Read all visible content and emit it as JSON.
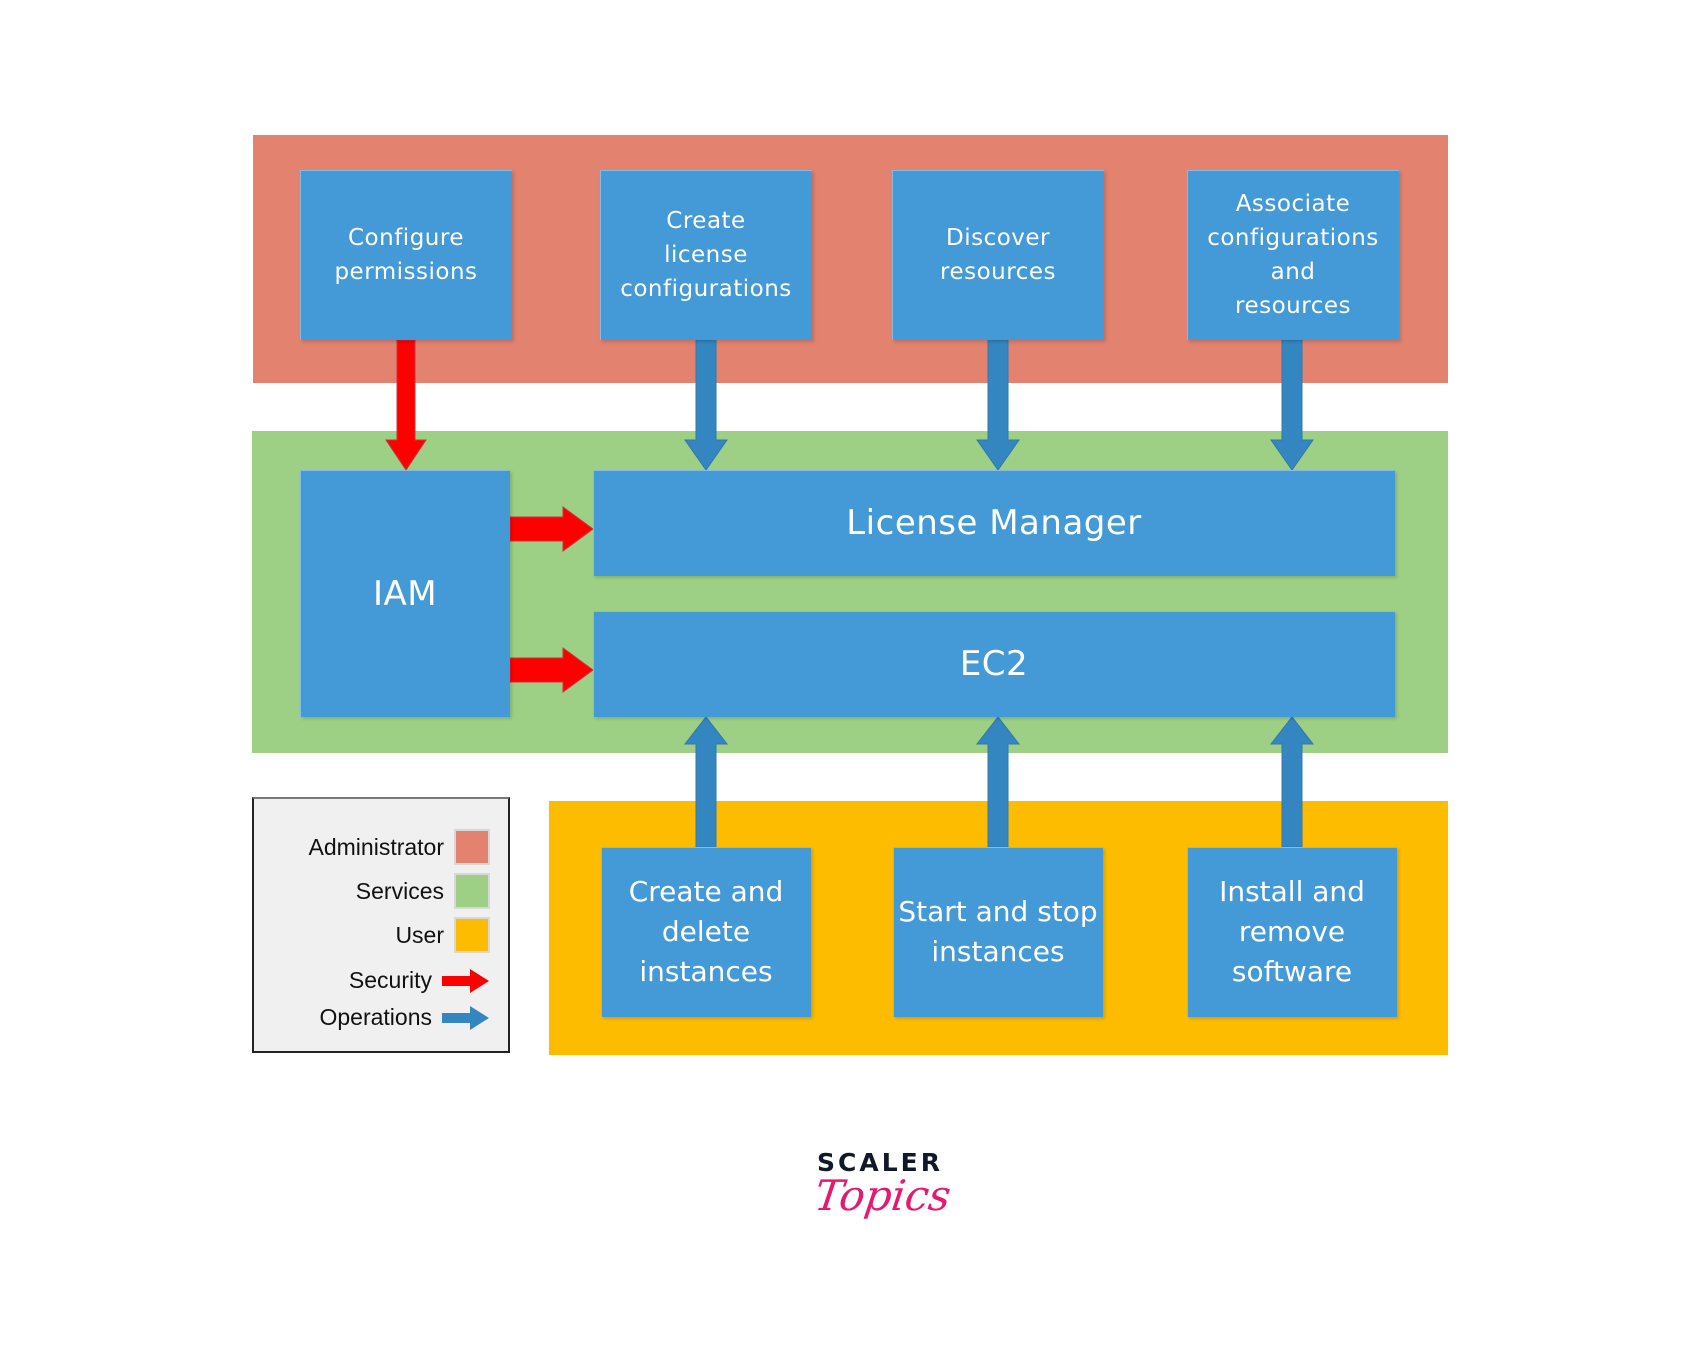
{
  "diagram": {
    "colors": {
      "administrator": "#e2826f",
      "services": "#9dd085",
      "user": "#fdbc00",
      "box": "#4499d7",
      "security_arrow": "#ff0000",
      "operations_arrow": "#3486c1"
    },
    "administrator_boxes": [
      {
        "label": "Configure\npermissions"
      },
      {
        "label": "Create\nlicense\nconfigurations"
      },
      {
        "label": "Discover\nresources"
      },
      {
        "label": "Associate\nconfigurations\nand\nresources"
      }
    ],
    "services_boxes": {
      "iam": "IAM",
      "license_manager": "License Manager",
      "ec2": "EC2"
    },
    "user_boxes": [
      {
        "label": "Create and\ndelete\ninstances"
      },
      {
        "label": "Start and stop\ninstances"
      },
      {
        "label": "Install and\nremove\nsoftware"
      }
    ],
    "connections": [
      {
        "from": "Configure permissions",
        "to": "IAM",
        "type": "security"
      },
      {
        "from": "Create license configurations",
        "to": "License Manager",
        "type": "operations"
      },
      {
        "from": "Discover resources",
        "to": "License Manager",
        "type": "operations"
      },
      {
        "from": "Associate configurations and resources",
        "to": "License Manager",
        "type": "operations"
      },
      {
        "from": "IAM",
        "to": "License Manager",
        "type": "security"
      },
      {
        "from": "IAM",
        "to": "EC2",
        "type": "security"
      },
      {
        "from": "Create and delete instances",
        "to": "EC2",
        "type": "operations"
      },
      {
        "from": "Start and stop instances",
        "to": "EC2",
        "type": "operations"
      },
      {
        "from": "Install and remove software",
        "to": "EC2",
        "type": "operations"
      }
    ]
  },
  "legend": {
    "administrator": "Administrator",
    "services": "Services",
    "user": "User",
    "security": "Security",
    "operations": "Operations"
  },
  "logo": {
    "top": "SCALER",
    "bottom": "Topics"
  }
}
